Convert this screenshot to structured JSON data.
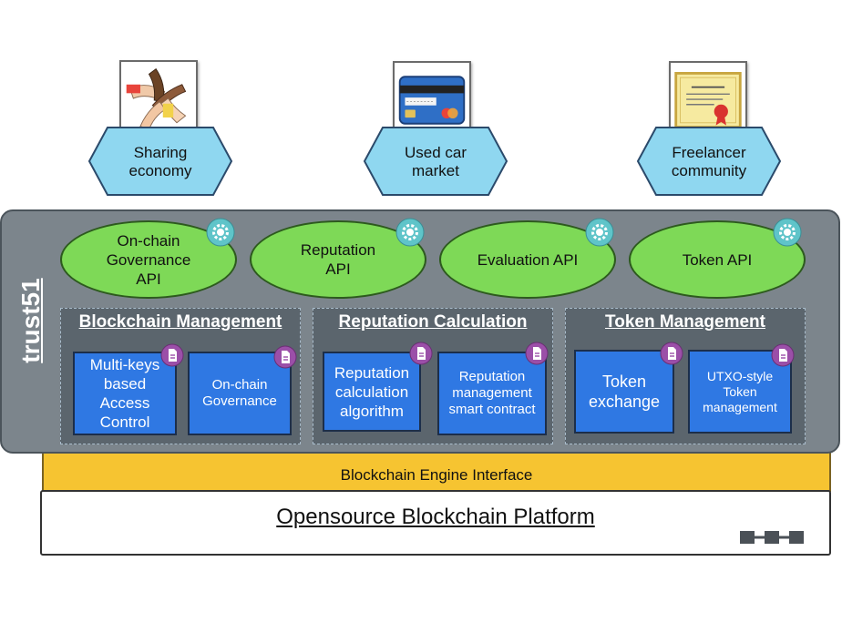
{
  "use_cases": [
    {
      "label": "Sharing economy",
      "icon": "hands-together-icon"
    },
    {
      "label": "Used car market",
      "icon": "credit-card-icon"
    },
    {
      "label": "Freelancer community",
      "icon": "certificate-icon"
    }
  ],
  "platform_name": "trust51",
  "apis": [
    {
      "label": "On-chain Governance API"
    },
    {
      "label": "Reputation API"
    },
    {
      "label": "Evaluation API"
    },
    {
      "label": "Token API"
    }
  ],
  "groups": [
    {
      "title": "Blockchain Management",
      "modules": [
        "Multi-keys based Access Control",
        "On-chain Governance"
      ]
    },
    {
      "title": "Reputation Calculation",
      "modules": [
        "Reputation calculation algorithm",
        "Reputation management smart contract"
      ]
    },
    {
      "title": "Token Management",
      "modules": [
        "Token exchange",
        "UTXO-style Token management"
      ]
    }
  ],
  "engine_interface": "Blockchain Engine Interface",
  "base_platform": "Opensource Blockchain Platform",
  "colors": {
    "hexagon": "#8fd7f0",
    "api": "#7ed957",
    "panel": "#7c858c",
    "group": "#5b656d",
    "module": "#2f78e3",
    "engine": "#f6c431",
    "gear": "#5fc4c9",
    "badge": "#9b4fa8"
  }
}
